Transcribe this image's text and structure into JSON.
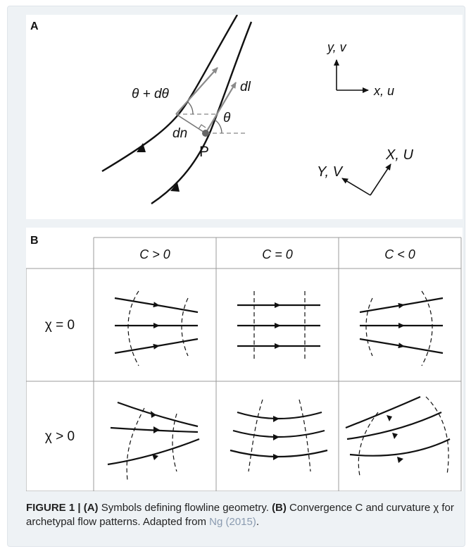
{
  "panel_a": {
    "label": "A",
    "theta_plus": "θ + dθ",
    "dl": "dl",
    "theta": "θ",
    "dn": "dn",
    "p": "P",
    "axis_y": "y, v",
    "axis_x": "x, u",
    "axis_X": "X, U",
    "axis_Y": "Y, V"
  },
  "panel_b": {
    "label": "B",
    "col_headers": [
      "C > 0",
      "C = 0",
      "C < 0"
    ],
    "row_headers": [
      "χ = 0",
      "χ > 0"
    ]
  },
  "caption": {
    "figure_label": "FIGURE 1 | ",
    "a_label": "(A)",
    "a_text": " Symbols defining flowline geometry. ",
    "b_label": "(B)",
    "b_text": " Convergence C and curvature χ for archetypal flow patterns. Adapted from ",
    "reference": "Ng (2015)",
    "end": "."
  },
  "colors": {
    "frame_bg": "#eef2f5",
    "line": "#111111",
    "arrow_gray": "#8a8a8a",
    "ref_link": "#8a9bb0"
  }
}
